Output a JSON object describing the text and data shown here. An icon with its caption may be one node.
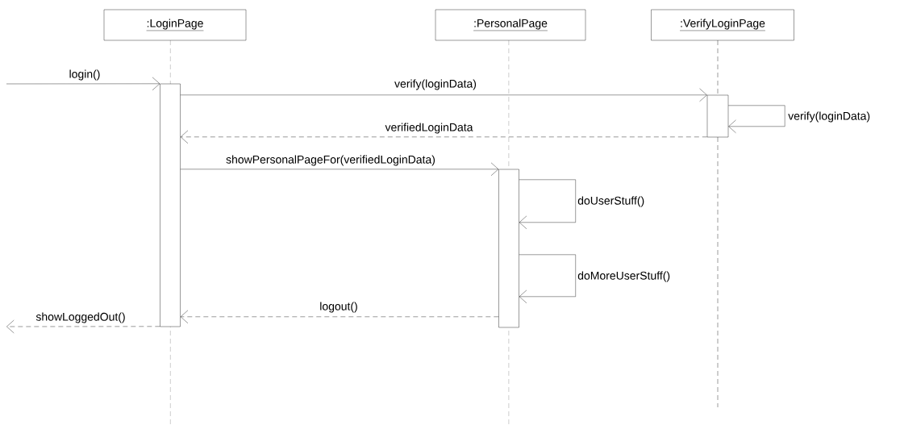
{
  "diagram": {
    "nodes": [
      {
        "text": [
          ":LoginPage"
        ]
      },
      {
        "text": [
          ":PersonalPage"
        ]
      },
      {
        "text": [
          ":VerifyLoginPage"
        ]
      },
      {
        "text": [],
        "shape": "bar"
      },
      {
        "text": [],
        "shape": "bar"
      },
      {
        "text": [],
        "shape": "bar"
      }
    ],
    "edges": [
      {
        "from": null,
        "to": 3,
        "arrow": "to",
        "label": "login()"
      },
      {
        "from": 3,
        "to": 4,
        "arrow": "to",
        "label": "verify(loginData)"
      },
      {
        "from": 4,
        "to": 4,
        "arrow": "to",
        "label": "verify(loginData)"
      },
      {
        "from": 4,
        "to": 3,
        "arrow": "to",
        "label": "verifiedLoginData",
        "style": "dashed"
      },
      {
        "from": 3,
        "to": 5,
        "arrow": "to",
        "label": "showPersonalPageFor(verifiedLoginData)"
      },
      {
        "from": 5,
        "to": 5,
        "arrow": "to",
        "label": "doUserStuff()"
      },
      {
        "from": 5,
        "to": 5,
        "arrow": "to",
        "label": "doMoreUserStuff()"
      },
      {
        "from": 5,
        "to": 3,
        "arrow": "to",
        "label": "logout()",
        "style": "dashed"
      },
      {
        "from": 3,
        "to": null,
        "arrow": "to",
        "label": "showLoggedOut()",
        "style": "dashed"
      }
    ]
  }
}
